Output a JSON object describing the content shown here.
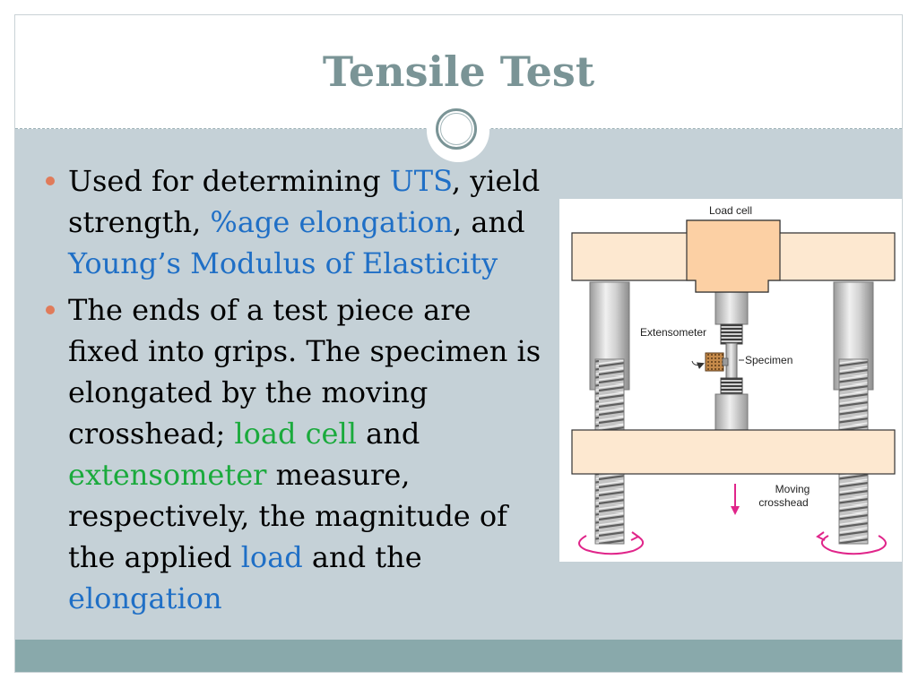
{
  "slide": {
    "title": "Tensile Test"
  },
  "bullets": [
    {
      "runs": [
        {
          "text": "Used for determining ",
          "hl": ""
        },
        {
          "text": "UTS",
          "hl": "blue"
        },
        {
          "text": ", yield strength, ",
          "hl": ""
        },
        {
          "text": "%age elongation",
          "hl": "blue"
        },
        {
          "text": ", and ",
          "hl": ""
        },
        {
          "text": "Young’s Modulus of Elasticity",
          "hl": "blue"
        }
      ]
    },
    {
      "runs": [
        {
          "text": "The ends of a test piece are fixed into grips. The specimen is elongated by the moving crosshead; ",
          "hl": ""
        },
        {
          "text": "load cell",
          "hl": "green"
        },
        {
          "text": " and ",
          "hl": ""
        },
        {
          "text": "extensometer",
          "hl": "green"
        },
        {
          "text": " measure, respectively, the magnitude of the applied ",
          "hl": ""
        },
        {
          "text": "load",
          "hl": "blue"
        },
        {
          "text": " and the ",
          "hl": ""
        },
        {
          "text": "elongation",
          "hl": "blue"
        }
      ]
    }
  ],
  "figure": {
    "labels": {
      "load_cell": "Load cell",
      "extensometer": "Extensometer",
      "specimen": "Specimen",
      "moving_line1": "Moving",
      "moving_line2": "crosshead"
    }
  },
  "colors": {
    "title": "#7a9496",
    "bullet": "#e07b5a",
    "highlight_blue": "#1f6fc6",
    "highlight_green": "#1aaa3c",
    "crosshead": "#fde8d0",
    "load_cell": "#fcd0a4",
    "arrow": "#e0258a",
    "footer": "#89a9ab",
    "body_bg": "#c5d1d7"
  }
}
